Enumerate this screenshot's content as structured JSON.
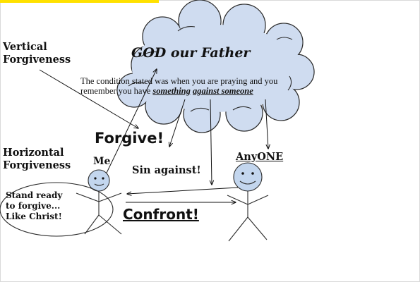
{
  "cloud": {
    "title": "GOD our Father",
    "condition_line1": "The condition stated was when you are praying and you",
    "condition_line2_prefix": "remember you have ",
    "condition_emphasis1": "something",
    "condition_emphasis2": "against someone"
  },
  "labels": {
    "vertical_line1": "Vertical",
    "vertical_line2": "Forgiveness",
    "horizontal_line1": "Horizontal",
    "horizontal_line2": "Forgiveness",
    "forgive": "Forgive!",
    "sin_against": "Sin against!",
    "confront": "Confront!",
    "me": "Me",
    "anyone": "AnyONE",
    "ready_line1": "Stand ready",
    "ready_line2": "to forgive...",
    "ready_line3": "Like Christ!"
  },
  "colors": {
    "cloud_fill": "#cfdcf0",
    "cloud_stroke": "#2b2b2b",
    "person_fill": "#c3d6ee",
    "top_accent": "#ffe100",
    "ink": "#111111"
  }
}
